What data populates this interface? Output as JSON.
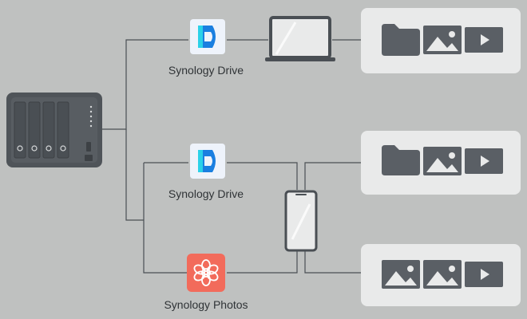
{
  "diagram": {
    "apps": [
      {
        "id": "drive-top",
        "name": "Synology Drive",
        "icon": "synology-drive-icon"
      },
      {
        "id": "drive-mid",
        "name": "Synology Drive",
        "icon": "synology-drive-icon"
      },
      {
        "id": "photos",
        "name": "Synology Photos",
        "icon": "synology-photos-icon"
      }
    ],
    "devices": [
      "nas-icon",
      "laptop-icon",
      "phone-icon"
    ],
    "panels": [
      {
        "id": "panel-top",
        "items": [
          "folder-icon",
          "image-icon",
          "video-icon"
        ]
      },
      {
        "id": "panel-mid",
        "items": [
          "folder-icon",
          "image-icon",
          "video-icon"
        ]
      },
      {
        "id": "panel-bottom",
        "items": [
          "image-icon",
          "image-icon",
          "video-icon"
        ]
      }
    ],
    "colors": {
      "background": "#bfc1c0",
      "line": "#4a4f54",
      "icon_dark": "#5a5f65",
      "panel": "#e9eaea",
      "drive_blue": "#1a7fe0",
      "drive_cyan": "#2ad1e8",
      "photos_coral": "#f26b5b"
    }
  }
}
